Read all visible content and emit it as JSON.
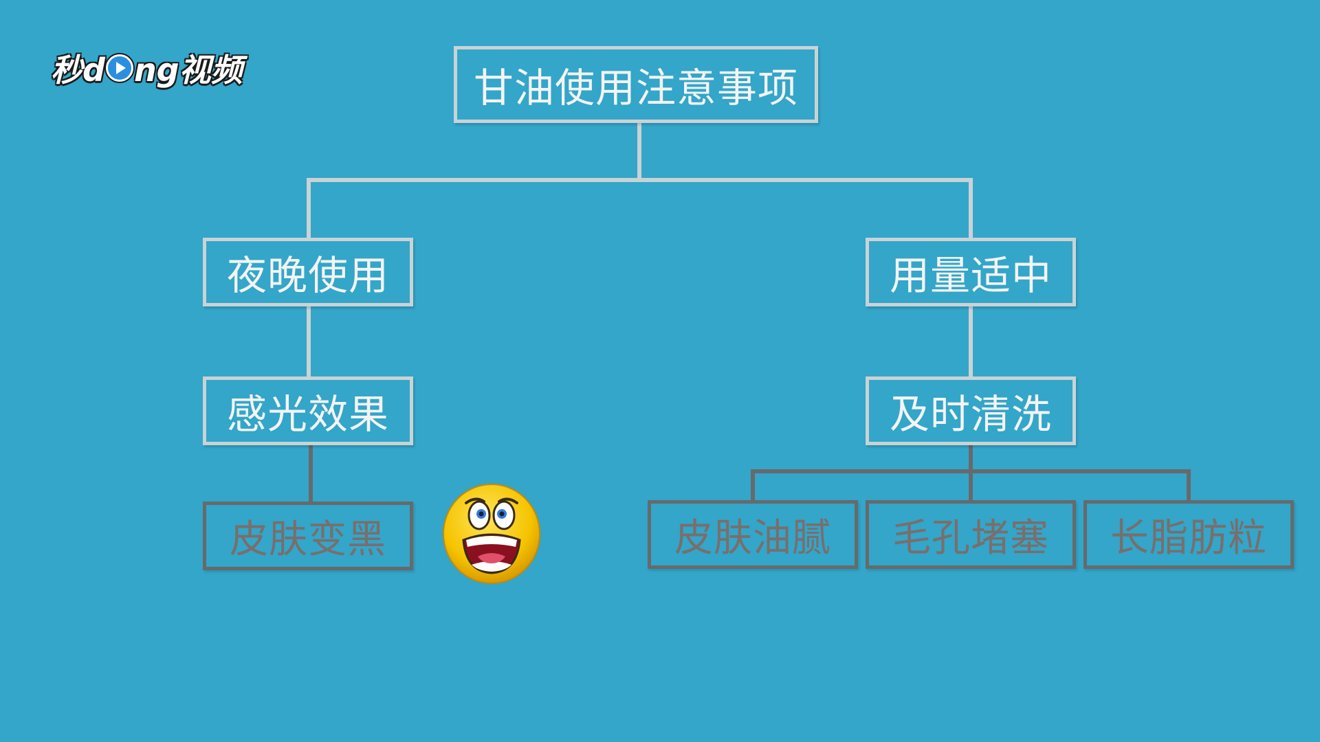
{
  "logo": {
    "text_before": "秒d",
    "text_after": "ng视频"
  },
  "diagram": {
    "root": "甘油使用注意事项",
    "left_branch": {
      "level1": "夜晚使用",
      "level2": "感光效果",
      "level3": "皮肤变黑"
    },
    "right_branch": {
      "level1": "用量适中",
      "level2": "及时清洗",
      "level3": [
        "皮肤油腻",
        "毛孔堵塞",
        "长脂肪粒"
      ]
    }
  },
  "icons": {
    "emoji": "scared-face-emoji"
  },
  "colors": {
    "background": "#33a6c9",
    "light_border": "#c9d3d6",
    "dark_border": "#676a6c",
    "light_text": "#f4f4f4",
    "dark_text": "#7a6e6c",
    "emoji_face": "#f5c400"
  }
}
